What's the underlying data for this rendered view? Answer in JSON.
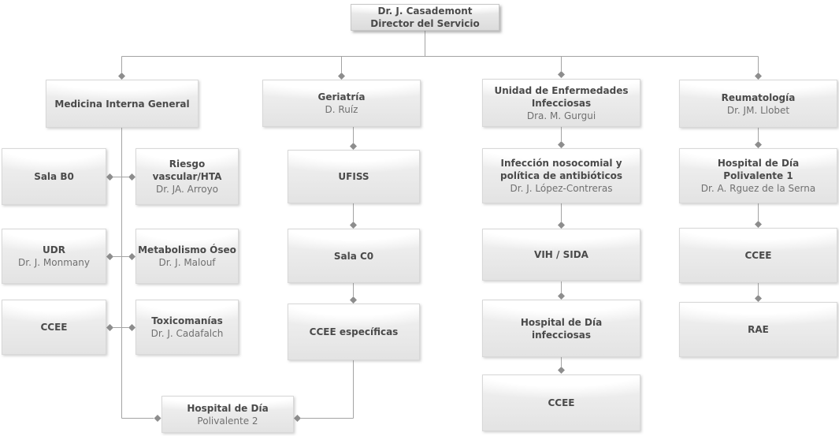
{
  "colors": {
    "connector_line": "#a3a3a3",
    "connector_diamond": "#8d8d8d",
    "box_border": "#d8d8d8",
    "title_text": "#4a4a4a",
    "subtitle_text": "#707070"
  },
  "org_chart": {
    "nodes": {
      "director": {
        "title": "Dr. J. Casademont",
        "subtitle": "Director del Servicio"
      },
      "medicina_interna_general": {
        "title": "Medicina Interna General"
      },
      "geriatria": {
        "title": "Geriatría",
        "subtitle": "D. Ruíz"
      },
      "unidad_enfermedades_infecciosas": {
        "title": "Unidad de Enfermedades Infecciosas",
        "subtitle": "Dra. M. Gurgui"
      },
      "reumatologia": {
        "title": "Reumatología",
        "subtitle": "Dr. JM. Llobet"
      },
      "sala_b0": {
        "title": "Sala B0"
      },
      "riesgo_vascular_hta": {
        "title": "Riesgo vascular/HTA",
        "subtitle": "Dr. JA. Arroyo"
      },
      "udr": {
        "title": "UDR",
        "subtitle": "Dr. J. Monmany"
      },
      "metabolismo_oseo": {
        "title": "Metabolismo Óseo",
        "subtitle": "Dr. J. Malouf"
      },
      "ccee_medicina": {
        "title": "CCEE"
      },
      "toxicomanias": {
        "title": "Toxicomanías",
        "subtitle": "Dr. J. Cadafalch"
      },
      "hospital_dia_polivalente_2": {
        "title": "Hospital de Día",
        "subtitle": "Polivalente 2"
      },
      "ufiss": {
        "title": "UFISS"
      },
      "sala_c0": {
        "title": "Sala C0"
      },
      "ccee_especificas": {
        "title": "CCEE específicas"
      },
      "infeccion_nosocomial": {
        "title": "Infección nosocomial y política de antibióticos",
        "subtitle": "Dr. J. López-Contreras"
      },
      "vih_sida": {
        "title": "VIH / SIDA"
      },
      "hospital_dia_infecciosas": {
        "title": "Hospital de Día infecciosas"
      },
      "ccee_infecciosas": {
        "title": "CCEE"
      },
      "hospital_dia_polivalente_1": {
        "title": "Hospital de Día Polivalente 1",
        "subtitle": "Dr. A. Rguez de la Serna"
      },
      "ccee_reumatologia": {
        "title": "CCEE"
      },
      "rae": {
        "title": "RAE"
      }
    }
  }
}
